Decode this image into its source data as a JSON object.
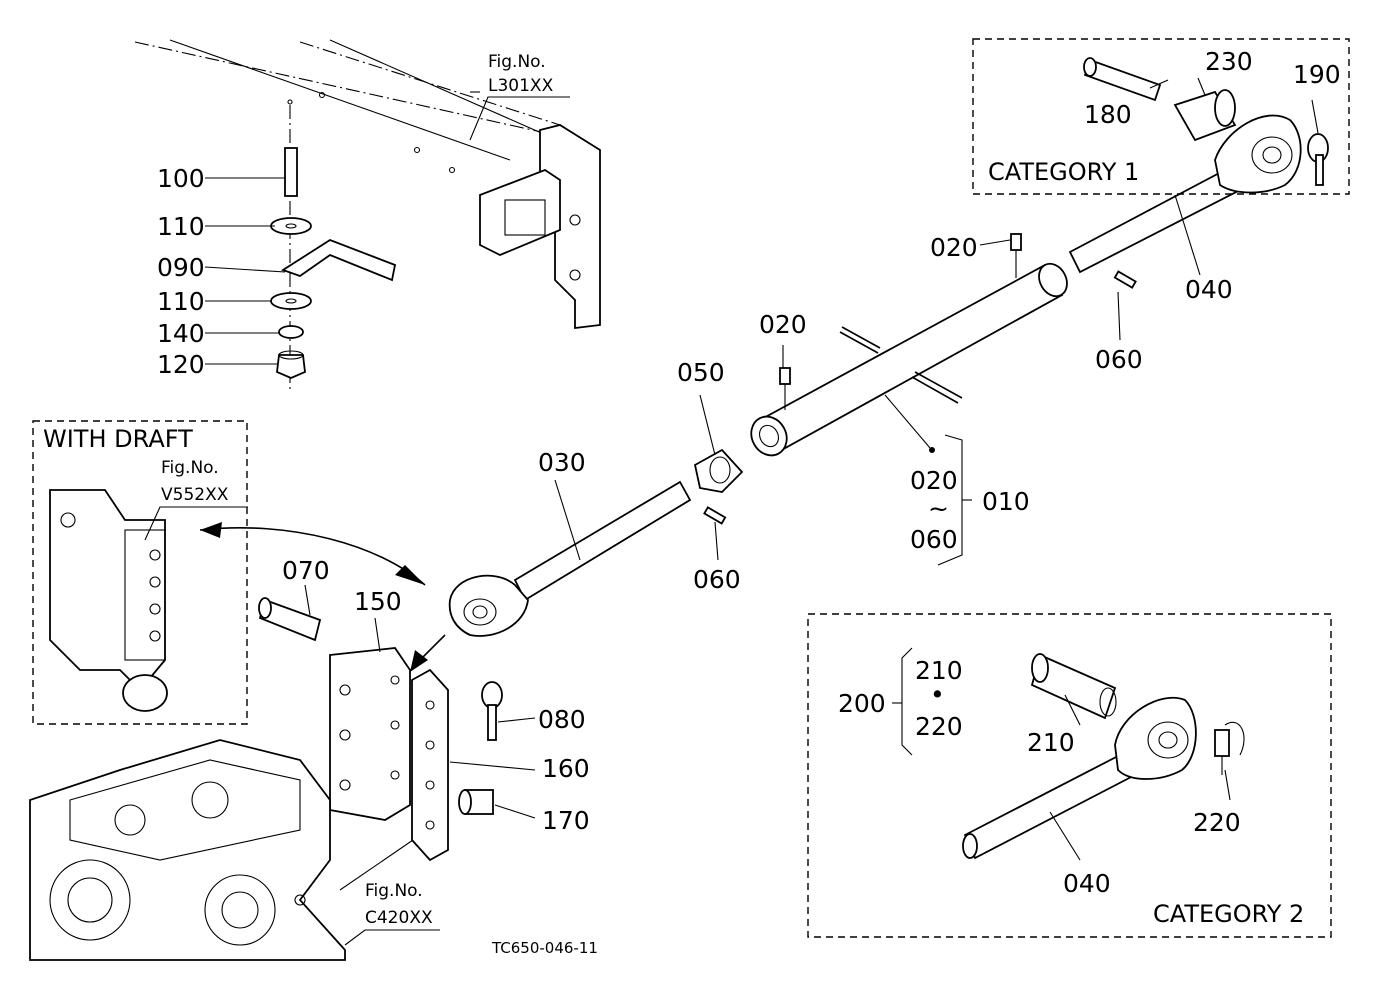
{
  "figure_refs": {
    "top": {
      "line1": "Fig.No.",
      "line2": "L301XX"
    },
    "draft": {
      "line1": "Fig.No.",
      "line2": "V552XX"
    },
    "bottom": {
      "line1": "Fig.No.",
      "line2": "C420XX"
    }
  },
  "boxes": {
    "with_draft": "WITH  DRAFT",
    "category1": "CATEGORY  1",
    "category2": "CATEGORY  2"
  },
  "parts": {
    "p100": "100",
    "p110a": "110",
    "p090": "090",
    "p110b": "110",
    "p140": "140",
    "p120": "120",
    "p030": "030",
    "p050": "050",
    "p020a": "020",
    "p020b": "020",
    "p040a": "040",
    "p060a": "060",
    "p060b": "060",
    "p180": "180",
    "p230": "230",
    "p190": "190",
    "p070": "070",
    "p150": "150",
    "p080": "080",
    "p160": "160",
    "p170": "170",
    "p200": "200",
    "p210a": "210",
    "p220a": "220",
    "p210b": "210",
    "p220b": "220",
    "p040b": "040"
  },
  "assembly": {
    "group": "010",
    "range_start": "020",
    "range_tilde": "~",
    "range_end": "060"
  },
  "set200": {
    "dot": "•"
  },
  "drawing_code": "TC650-046-11"
}
